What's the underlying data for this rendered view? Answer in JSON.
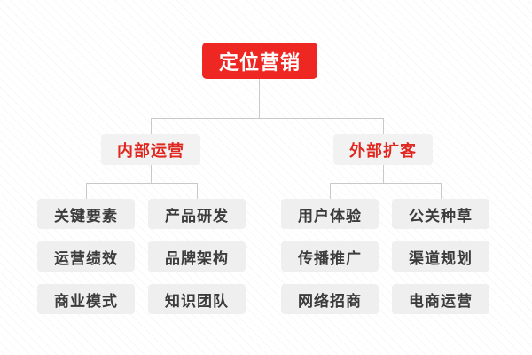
{
  "diagram": {
    "type": "tree-hierarchy",
    "title": "定位营销",
    "colors": {
      "root_fill": "#ee2722",
      "root_text": "#ffffff",
      "branch_fill": "#f2f2f2",
      "branch_text": "#e02720",
      "leaf_fill": "#efefef",
      "leaf_text": "#3c3c3c",
      "connector": "#c9c9c9",
      "background": "#ffffff"
    },
    "root": {
      "label": "定位营销"
    },
    "branches": [
      {
        "label": "内部运营",
        "columns": [
          {
            "items": [
              "关键要素",
              "运营绩效",
              "商业模式"
            ]
          },
          {
            "items": [
              "产品研发",
              "品牌架构",
              "知识团队"
            ]
          }
        ]
      },
      {
        "label": "外部扩客",
        "columns": [
          {
            "items": [
              "用户体验",
              "传播推广",
              "网络招商"
            ]
          },
          {
            "items": [
              "公关种草",
              "渠道规划",
              "电商运营"
            ]
          }
        ]
      }
    ],
    "leaves": {
      "c1r1": "关键要素",
      "c1r2": "运营绩效",
      "c1r3": "商业模式",
      "c2r1": "产品研发",
      "c2r2": "品牌架构",
      "c2r3": "知识团队",
      "c3r1": "用户体验",
      "c3r2": "传播推广",
      "c3r3": "网络招商",
      "c4r1": "公关种草",
      "c4r2": "渠道规划",
      "c4r3": "电商运营"
    }
  }
}
